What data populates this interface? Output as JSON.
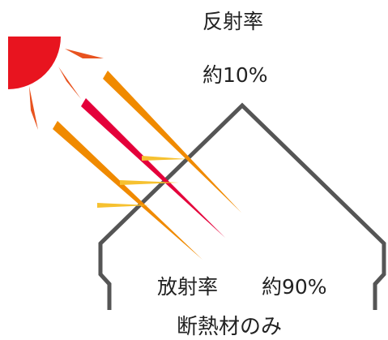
{
  "reflectance": {
    "label": "反射率",
    "value": "約10%"
  },
  "emissivity": {
    "label": "放射率",
    "value": "約90%"
  },
  "caption": "断熱材のみ",
  "colors": {
    "sun": "#e8141f",
    "sun_rays": "#e8531f",
    "incident_ray": "#f08a00",
    "emitted_ray": "#e4003a",
    "reflected_ray": "#f6c130",
    "house_outline": "#555555"
  },
  "icons": {
    "sun": "sun-icon",
    "house": "house-outline-icon"
  }
}
